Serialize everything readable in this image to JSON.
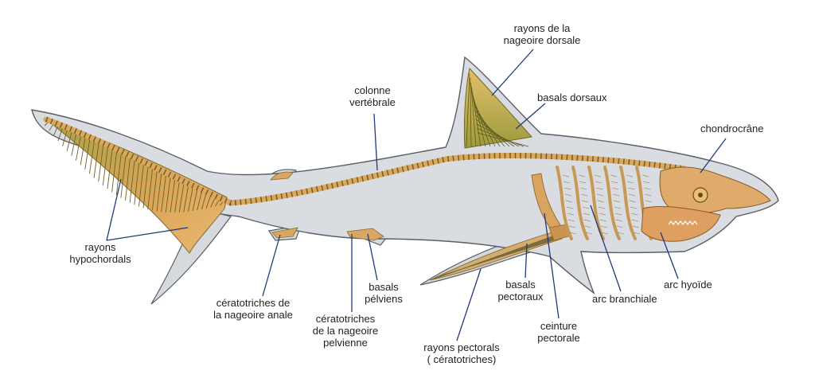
{
  "diagram": {
    "labels": {
      "dorsal_rays": [
        "rayons de la",
        "nageoire dorsale"
      ],
      "dorsal_basals": [
        "basals dorsaux"
      ],
      "vertebral_column": [
        "colonne",
        "vertébrale"
      ],
      "chondrocranium": [
        "chondrocrâne"
      ],
      "hypochordal_rays": [
        "rayons",
        "hypochordals"
      ],
      "anal_ceratotrichia": [
        "cératotriches de",
        "la nageoire anale"
      ],
      "pelvic_ceratotrichia": [
        "cératotriches",
        "de la nageoire",
        "pelvienne"
      ],
      "pelvic_basals": [
        "basals",
        "pélviens"
      ],
      "pectoral_rays": [
        "rayons pectorals",
        "( cératotriches)"
      ],
      "pectoral_basals": [
        "basals",
        "pectoraux"
      ],
      "pectoral_girdle": [
        "ceinture",
        "pectorale"
      ],
      "branchial_arch": [
        "arc branchiale"
      ],
      "hyoid_arch": [
        "arc hyoïde"
      ]
    },
    "colors": {
      "body": "#d9dde2",
      "outline": "#5a5f66",
      "cartilage": "#e0b46a",
      "cartilage_dark": "#b9852f",
      "fin_green": "#a8a44a",
      "cranium": "#e2ac6c",
      "leader_line": "#1f3a7a"
    }
  }
}
